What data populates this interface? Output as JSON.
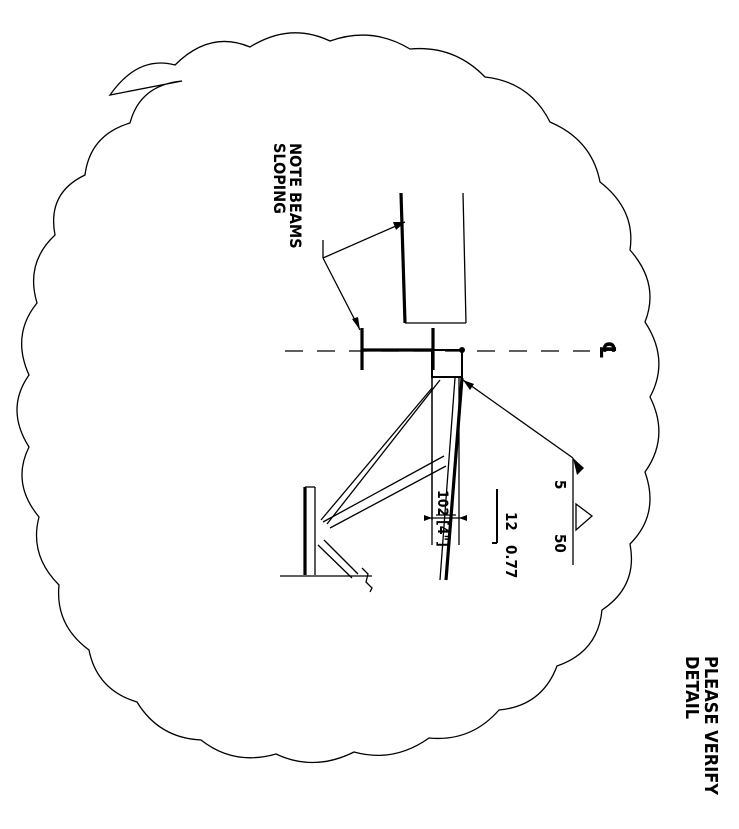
{
  "annotations": {
    "note_line1": "NOTE BEAMS",
    "note_line2": "SLOPING",
    "centerline_symbol": "℄",
    "dim_mm": "102",
    "dim_in": "[4\"]",
    "weld_size": "5",
    "weld_length": "50",
    "slope_rise": "12",
    "slope_run": "0.77",
    "verify_line1": "PLEASE VERIFY",
    "verify_line2": "DETAIL"
  },
  "colors": {
    "ink": "#000000",
    "paper": "#ffffff"
  }
}
